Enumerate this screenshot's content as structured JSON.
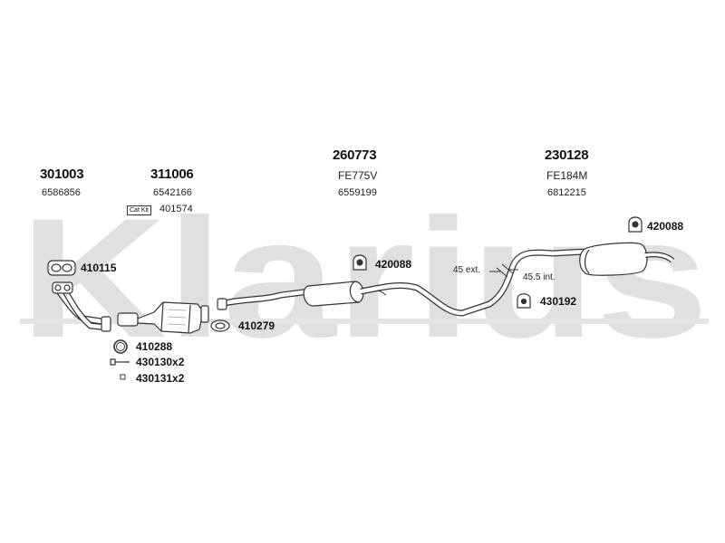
{
  "watermark": "Klarius",
  "assemblies": [
    {
      "part": "301003",
      "oe": "6586856"
    },
    {
      "part": "311006",
      "oe": "6542166"
    },
    {
      "part": "260773",
      "oe": "6559199",
      "code": "FE775V"
    },
    {
      "part": "230128",
      "oe": "6812215",
      "code": "FE184M"
    }
  ],
  "cat_kit": {
    "label": "Cat Kit",
    "part": "401574"
  },
  "fittings": {
    "gasket_front": "410115",
    "gasket_mid": "410279",
    "ring": "410288",
    "bolt": "430130x2",
    "nut": "430131x2",
    "rubber_mid": "420088",
    "rubber_rear": "420088",
    "clamp": "430192"
  },
  "measurements": {
    "ext": "45 ext.",
    "int": "45.5 int."
  }
}
